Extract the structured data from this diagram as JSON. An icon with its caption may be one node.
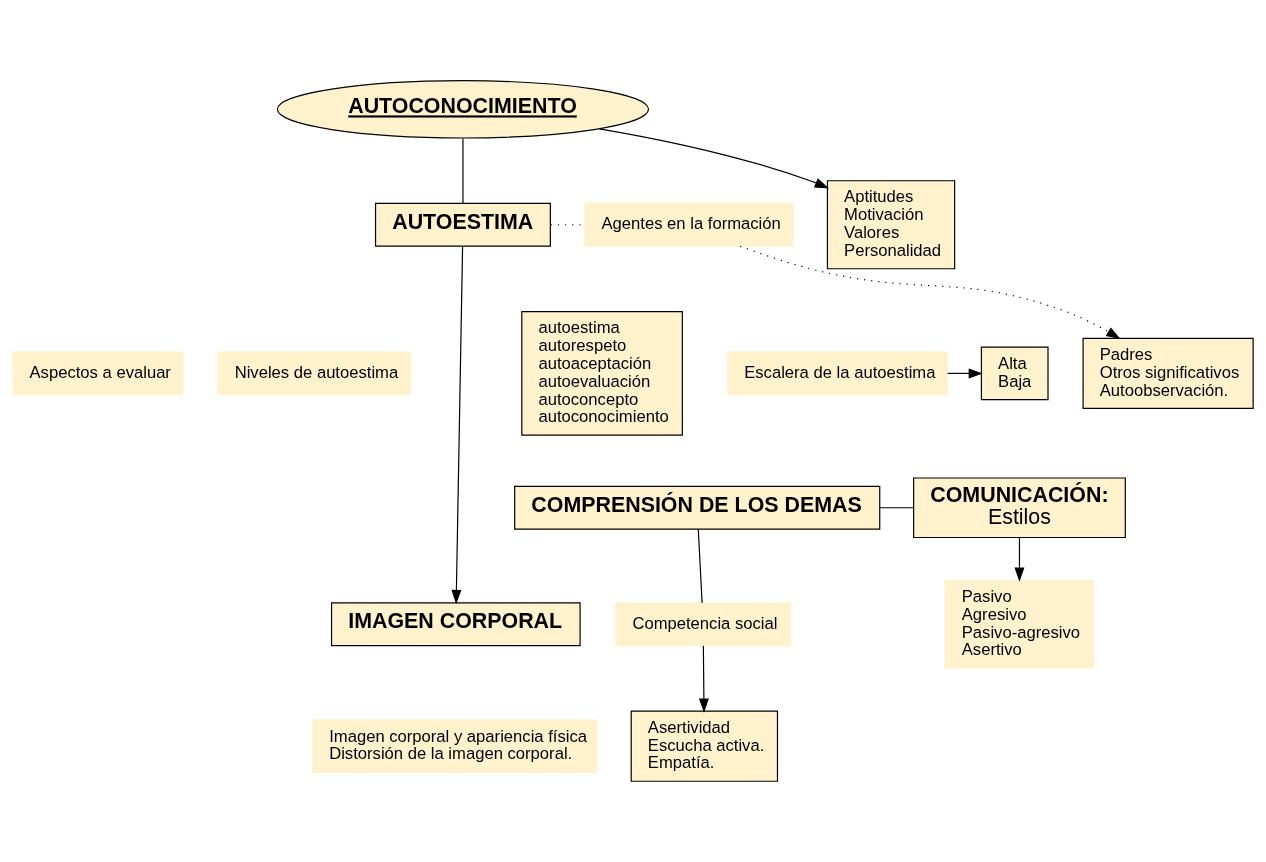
{
  "diagram": {
    "nodes": [
      {
        "text": [
          "AUTOCONOCIMIENTO"
        ]
      },
      {
        "text": [
          "Padres",
          "Otros significativos",
          "Autoobservación."
        ]
      },
      {
        "text": [
          "Agentes en la formación"
        ]
      },
      {
        "text": [
          "Aspectos a evaluar"
        ]
      },
      {
        "text": [
          "AUTOESTIMA"
        ]
      },
      {
        "text": [
          "Aptitudes",
          "Motivación",
          "Valores",
          "Personalidad"
        ]
      },
      {
        "text": [
          "autoestima",
          "autorespeto",
          "autoaceptación",
          "autoevaluación",
          "autoconcepto",
          "autoconocimiento"
        ]
      },
      {
        "text": [
          "Escalera de la autoestima"
        ]
      },
      {
        "text": [
          "Niveles de autoestima"
        ]
      },
      {
        "text": [
          "Alta",
          "Baja"
        ]
      },
      {
        "text": [
          "COMPRENSIÓN DE LOS DEMAS"
        ]
      },
      {
        "text": [
          "COMUNICACIÓN:",
          "Estilos"
        ]
      },
      {
        "text": [
          "Competencia social"
        ]
      },
      {
        "text": [
          "Asertividad",
          "Escucha activa.",
          "Empatía."
        ]
      },
      {
        "text": [
          "IMAGEN CORPORAL"
        ]
      },
      {
        "text": [
          "Pasivo",
          "Agresivo",
          "Pasivo-agresivo",
          "Asertivo"
        ]
      },
      {
        "text": [
          "Imagen corporal y apariencia física",
          "Distorsión de la imagen corporal."
        ]
      }
    ],
    "edges": [
      {
        "from": 0,
        "to": 4,
        "arrow": "none"
      },
      {
        "from": 4,
        "to": 14,
        "arrow": "to"
      },
      {
        "from": 4,
        "to": 2,
        "arrow": "none",
        "style": "dashed"
      },
      {
        "from": 2,
        "to": 1,
        "arrow": "to",
        "style": "dashed"
      },
      {
        "from": 0,
        "to": 5,
        "arrow": "to"
      },
      {
        "from": 7,
        "to": 9,
        "arrow": "to"
      },
      {
        "from": 10,
        "to": 11,
        "arrow": "none"
      },
      {
        "from": 10,
        "to": 12,
        "arrow": "none"
      },
      {
        "from": 12,
        "to": 13,
        "arrow": "to"
      },
      {
        "from": 11,
        "to": 15,
        "arrow": "to"
      }
    ]
  }
}
